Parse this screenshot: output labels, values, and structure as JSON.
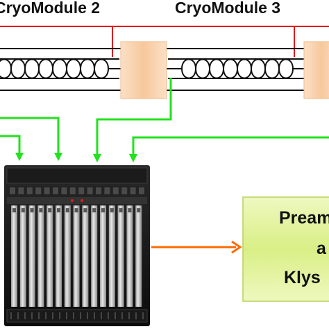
{
  "cryomodules": [
    {
      "label": "CryoModule 2"
    },
    {
      "label": "CryoModule 3"
    }
  ],
  "amplifier_box": {
    "lines": [
      "Pream",
      "a",
      "Klys"
    ]
  },
  "colors": {
    "rf_line": "#e01a1a",
    "feedback": "#22e11e",
    "drive_arrow": "#ff6a00",
    "coupler": "#f9cfa9",
    "amp_box": "#ddf28e"
  },
  "icons": [
    "cavity-coil",
    "power-coupler",
    "electronics-crate"
  ]
}
